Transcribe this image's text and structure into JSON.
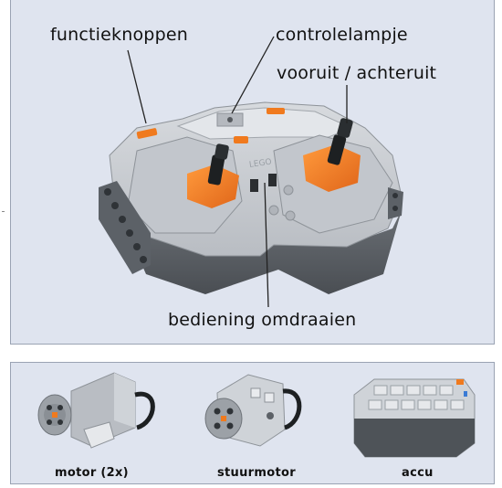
{
  "labels": {
    "function_buttons": "functieknoppen",
    "indicator_light": "controlelampje",
    "forward_reverse": "vooruit / achteruit",
    "reverse_control": "bediening omdraaien"
  },
  "remote_brand": "LEGO",
  "parts": [
    {
      "label": "motor (2x)"
    },
    {
      "label": "stuurmotor"
    },
    {
      "label": "accu"
    }
  ],
  "colors": {
    "panel_bg": "#dfe4ef",
    "panel_border": "#9aa3b3",
    "brick_light": "#c8ccd2",
    "brick_dark": "#5c6167",
    "accent_orange": "#f07a1e",
    "lever_black": "#1d2022"
  }
}
